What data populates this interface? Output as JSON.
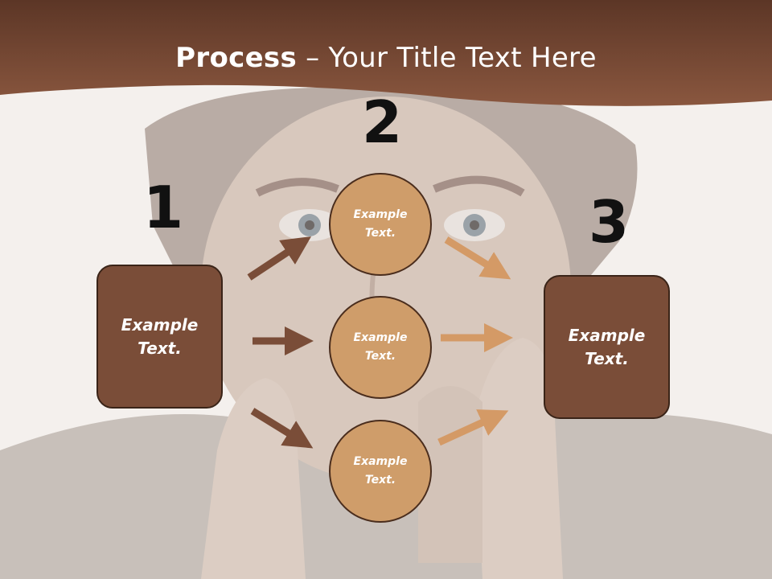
{
  "slide": {
    "title_bold": "Process",
    "title_rest": " – Your Title Text Here",
    "step_numbers": [
      "1",
      "2",
      "3"
    ],
    "left_box": "Example\nText.",
    "right_box": "Example\nText.",
    "circles": [
      "Example\nText.",
      "Example\nText.",
      "Example\nText."
    ]
  },
  "colors": {
    "header": "#7b4a34",
    "box_fill": "#7a4d38",
    "circle_fill": "#cf9d6a",
    "arrow_dark": "#7a4d38",
    "arrow_light": "#d49a66"
  }
}
